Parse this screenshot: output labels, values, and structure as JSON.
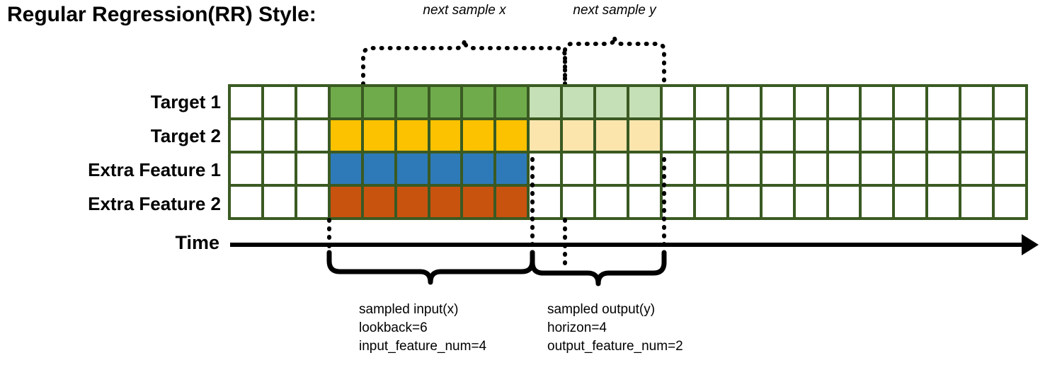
{
  "title": "Regular Regression(RR) Style:",
  "top_braces": [
    {
      "label": "next sample x"
    },
    {
      "label": "next sample y"
    }
  ],
  "rows": [
    {
      "label": "Target 1",
      "color": "#6fab4b",
      "light": "#c5dfb6",
      "lead": 3,
      "solid": 6,
      "faded": 4
    },
    {
      "label": "Target 2",
      "color": "#fcc200",
      "light": "#fce5ad",
      "lead": 3,
      "solid": 6,
      "faded": 4
    },
    {
      "label": "Extra Feature 1",
      "color": "#2e7ab8",
      "light": "#2e7ab8",
      "lead": 3,
      "solid": 6,
      "faded": 0
    },
    {
      "label": "Extra Feature 2",
      "color": "#c8530f",
      "light": "#c8530f",
      "lead": 3,
      "solid": 6,
      "faded": 0
    }
  ],
  "grid": {
    "columns": 24,
    "rows": 4,
    "border_color": "#3a5a22",
    "empty_color": "#ffffff"
  },
  "axis": {
    "label": "Time"
  },
  "bottom_braces": [
    {
      "lines": "sampled input(x)\nlookback=6\ninput_feature_num=4"
    },
    {
      "lines": "sampled output(y)\nhorizon=4\noutput_feature_num=2"
    }
  ]
}
